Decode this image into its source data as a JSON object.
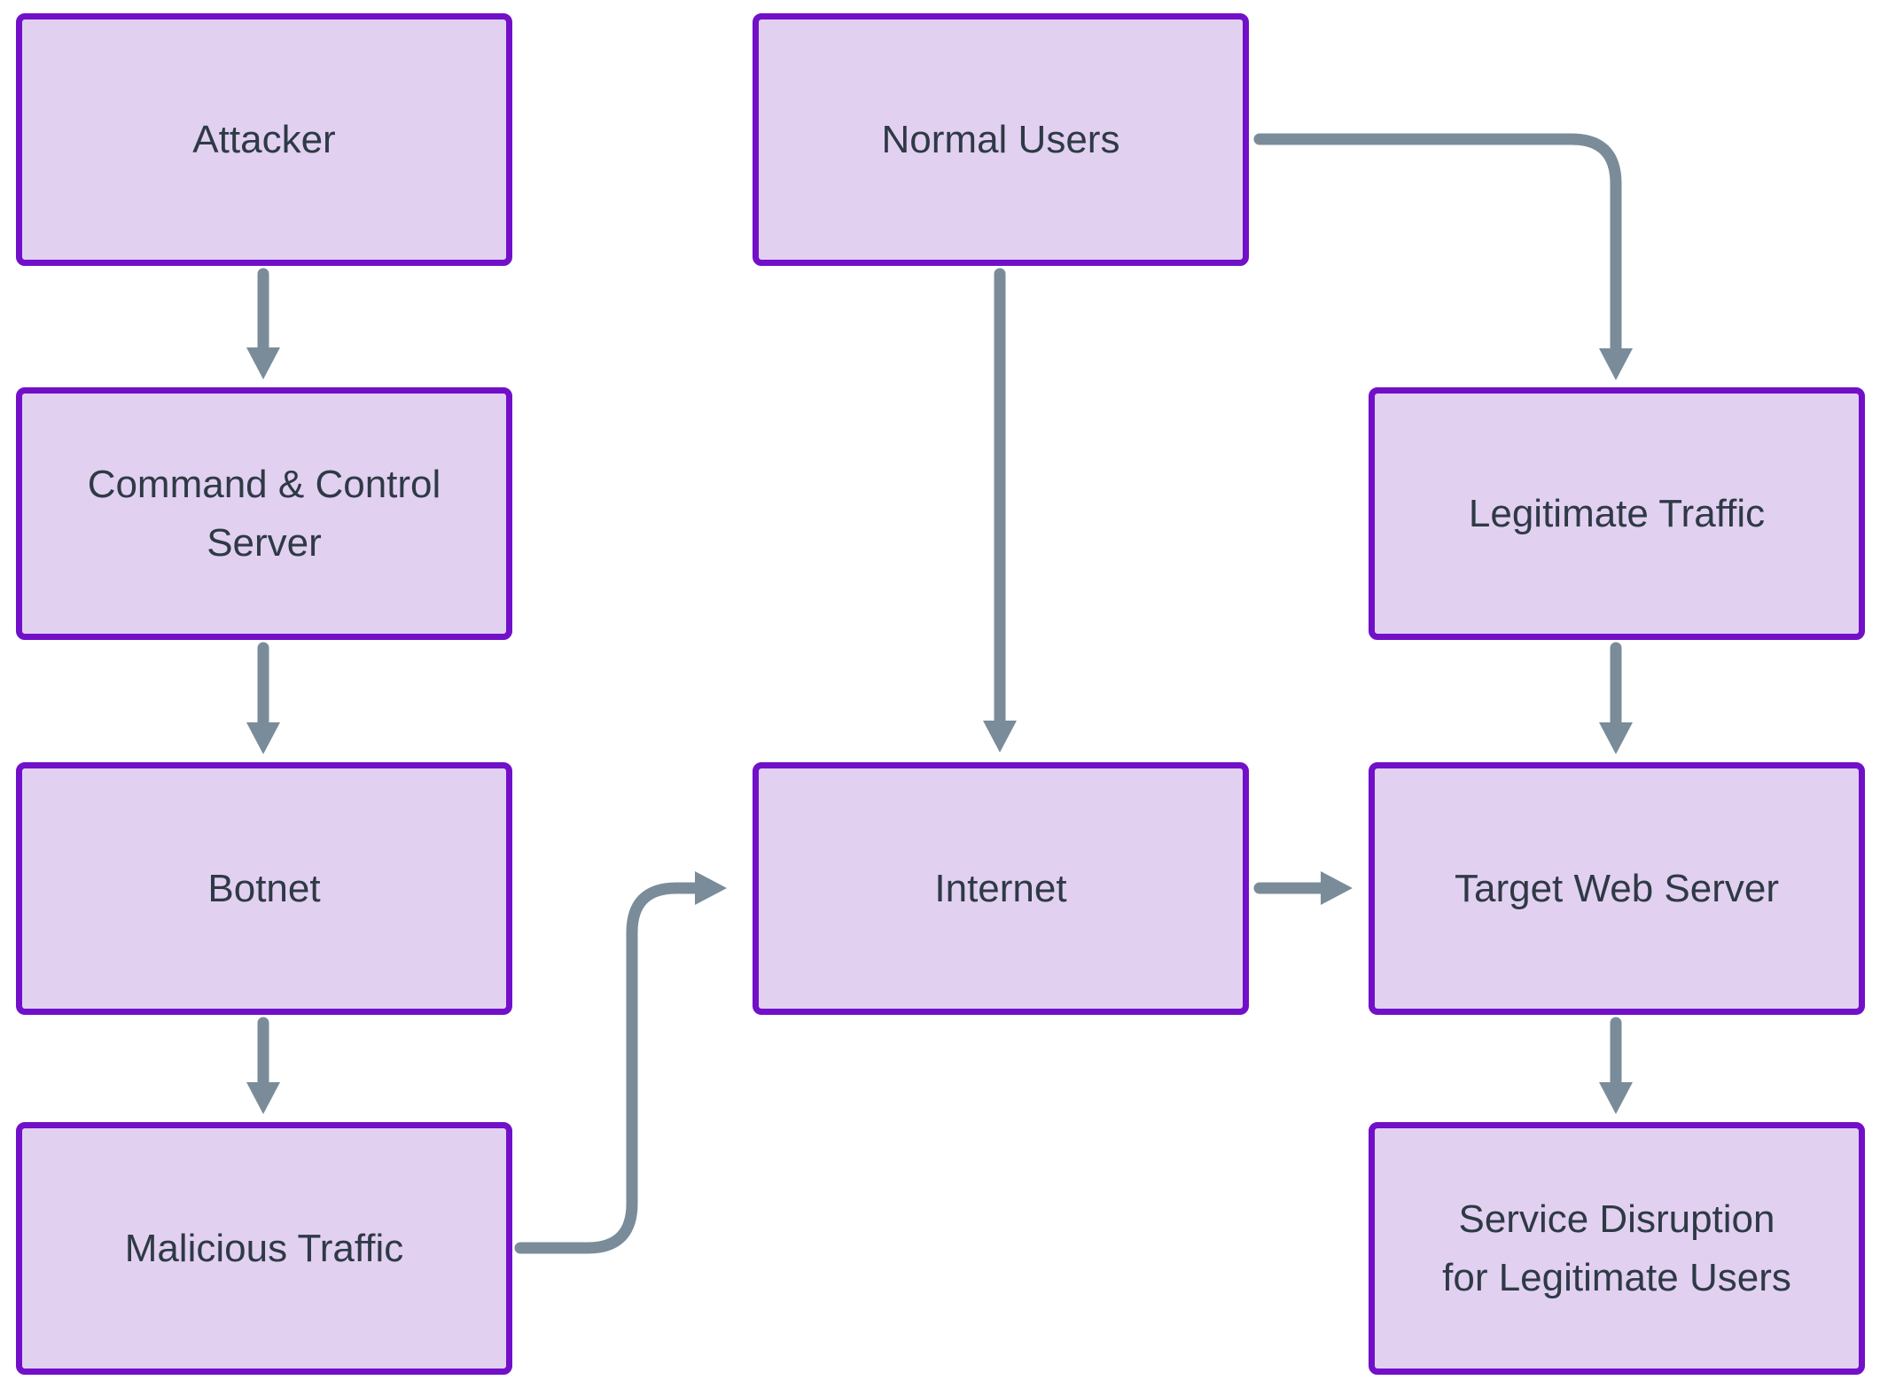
{
  "diagram": {
    "type": "flowchart",
    "background_color": "#FFFFFF",
    "theme": {
      "node-fill": "#E2D0F1",
      "node-border": "#7110C8",
      "node-text": "#2E3A46",
      "edge-color": "#7A8C99"
    },
    "nodes": [
      {
        "id": "attacker",
        "label": "Attacker"
      },
      {
        "id": "cc_server",
        "label": "Command & Control\nServer"
      },
      {
        "id": "botnet",
        "label": "Botnet"
      },
      {
        "id": "malicious_traffic",
        "label": "Malicious Traffic"
      },
      {
        "id": "normal_users",
        "label": "Normal Users"
      },
      {
        "id": "internet",
        "label": "Internet"
      },
      {
        "id": "legitimate_traffic",
        "label": "Legitimate Traffic"
      },
      {
        "id": "target_web_server",
        "label": "Target Web Server"
      },
      {
        "id": "service_disruption",
        "label": "Service Disruption\nfor Legitimate Users"
      }
    ],
    "edges": [
      {
        "from": "attacker",
        "to": "cc_server"
      },
      {
        "from": "cc_server",
        "to": "botnet"
      },
      {
        "from": "botnet",
        "to": "malicious_traffic"
      },
      {
        "from": "malicious_traffic",
        "to": "internet"
      },
      {
        "from": "normal_users",
        "to": "internet"
      },
      {
        "from": "normal_users",
        "to": "legitimate_traffic"
      },
      {
        "from": "legitimate_traffic",
        "to": "target_web_server"
      },
      {
        "from": "internet",
        "to": "target_web_server"
      },
      {
        "from": "target_web_server",
        "to": "service_disruption"
      }
    ]
  }
}
